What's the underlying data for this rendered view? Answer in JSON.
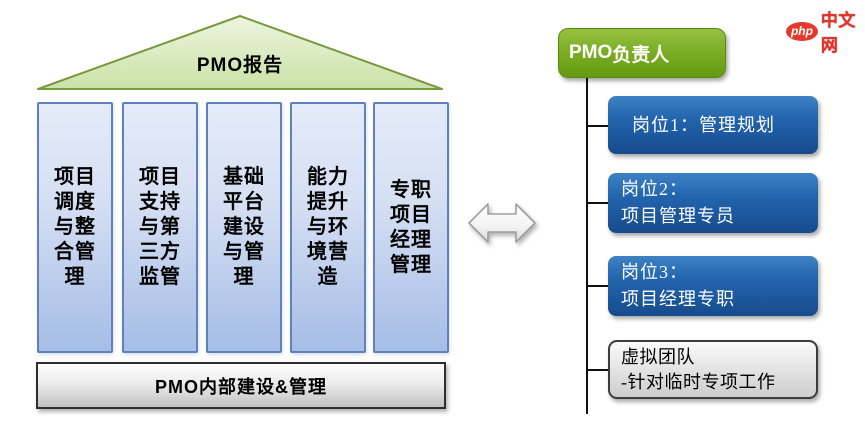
{
  "watermark": {
    "badge": "php",
    "site": "中文网"
  },
  "temple": {
    "roof_label": "PMO报告",
    "pillars": [
      {
        "label": "项目调度与整合管理",
        "lines": "项目\n调度\n与整\n合管\n理"
      },
      {
        "label": "项目支持与第三方监管",
        "lines": "项目\n支持\n与第\n三方\n监管"
      },
      {
        "label": "基础平台建设与管理",
        "lines": "基础\n平台\n建设\n与管\n理"
      },
      {
        "label": "能力提升与环境营造",
        "lines": "能力\n提升\n与环\n境营\n造"
      },
      {
        "label": "专职项目经理管理",
        "lines": "专职\n项目\n经理\n管理"
      }
    ],
    "base_label": "PMO内部建设&管理"
  },
  "arrow_icon": "double-headed-horizontal-arrow",
  "org": {
    "head": {
      "prefix": "PMO",
      "suffix": "负责人"
    },
    "positions": [
      {
        "lines": "岗位1：管理规划"
      },
      {
        "lines": "岗位2：\n项目管理专员"
      },
      {
        "lines": "岗位3：\n项目经理专职"
      }
    ],
    "virtual_team": {
      "lines": "虚拟团队\n-针对临时专项工作"
    }
  },
  "colors": {
    "roof_green_fill": "#d7e9bb",
    "roof_green_border": "#79993e",
    "pillar_blue_fill": "#c3d4ee",
    "pillar_blue_border": "#5d82be",
    "base_gray": "#d9d9d9",
    "head_green": "#7cae26",
    "position_blue": "#1d5ca3",
    "virtual_gray": "#e6e6e6",
    "connector_black": "#111111",
    "logo_red": "#e53a2b"
  }
}
